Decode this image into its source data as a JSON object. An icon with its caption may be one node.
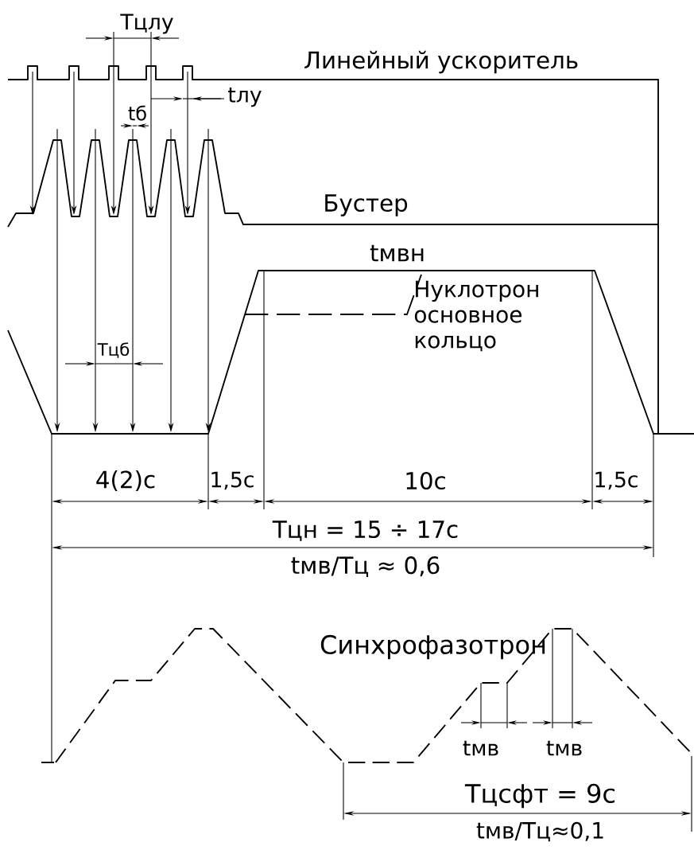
{
  "diagram": {
    "labels": [
      "Тцлу",
      "Линейный ускоритель",
      "tб",
      "tлу",
      "Бустер",
      "tмвн",
      "Нуклотрон основное кольцо",
      "Тцб",
      "4(2)с",
      "1,5с",
      "10с",
      "1,5с",
      "Тцн = 15 ÷ 17с",
      "tмв/Тц ≈ 0,6",
      "Синхрофазотрон",
      "tмв",
      "tмв",
      "Тцсфт = 9с",
      "tмв/Тц≈0,1"
    ]
  }
}
